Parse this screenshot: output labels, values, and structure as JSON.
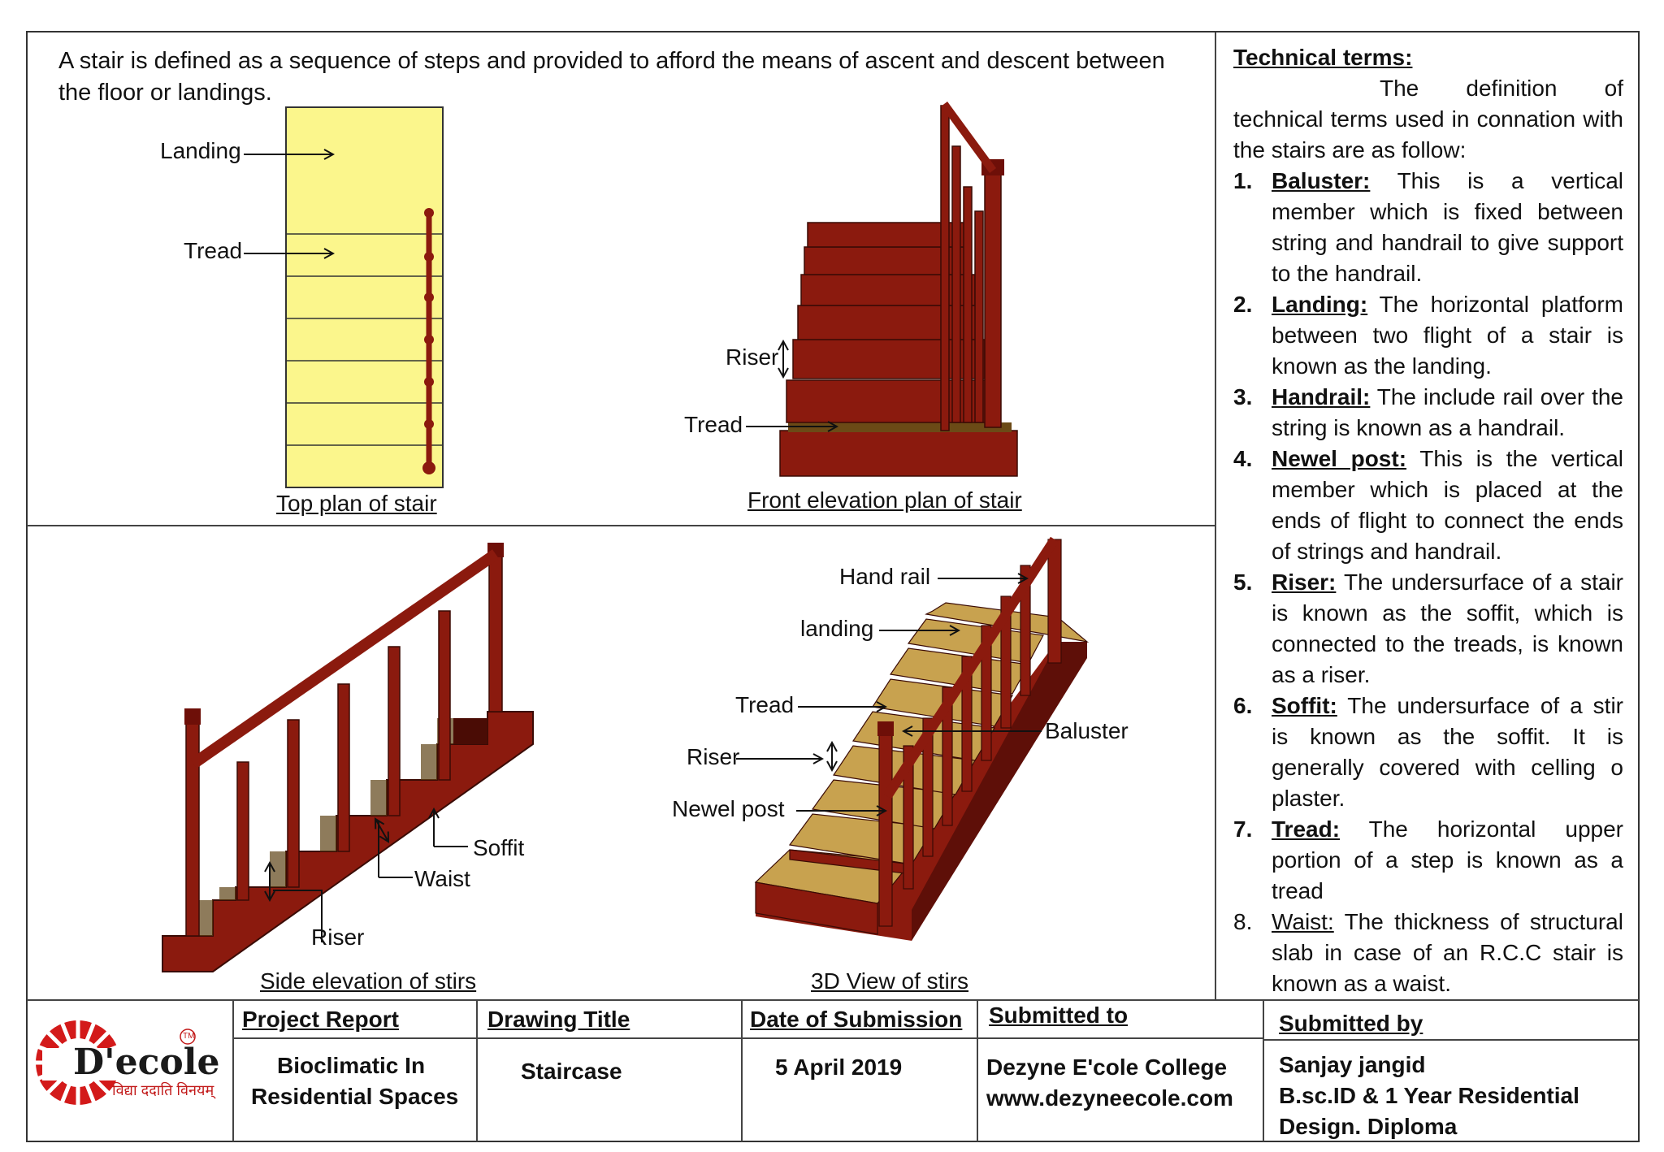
{
  "intro": {
    "line1": "A stair is defined as a sequence of steps and provided to afford the means of ascent and descent between",
    "line2": "the floor or landings."
  },
  "figures": {
    "top_plan": {
      "caption": "Top plan of stair",
      "landing": "Landing",
      "tread": "Tread"
    },
    "front_elev": {
      "caption": "Front elevation plan of stair",
      "riser": "Riser",
      "tread": "Tread"
    },
    "side_elev": {
      "caption": "Side elevation of stirs",
      "soffit": "Soffit",
      "waist": "Waist",
      "riser": "Riser"
    },
    "view3d": {
      "caption": "3D View of stirs",
      "hand_rail": "Hand rail",
      "landing": "landing",
      "tread": "Tread",
      "baluster": "Baluster",
      "riser": "Riser",
      "newel_post": "Newel post"
    }
  },
  "terms": {
    "heading": "Technical terms:",
    "intro": "The definition of technical terms used in connation with the stairs are as follow:",
    "items": [
      {
        "num": "1.",
        "term": "Baluster:",
        "text": "This is a vertical member which is fixed between string and handrail to give support to the handrail."
      },
      {
        "num": "2.",
        "term": "Landing:",
        "text": "The horizontal platform between two flight of a stair is known as the landing."
      },
      {
        "num": "3.",
        "term": "Handrail:",
        "text": "The include rail over the string is known as a handrail."
      },
      {
        "num": "4.",
        "term": "Newel post:",
        "text": "This is the vertical member which is placed at the ends of flight to connect the ends of strings and handrail."
      },
      {
        "num": "5.",
        "term": "Riser:",
        "text": "The undersurface of a stair is known as the soffit, which is connected to the treads, is known as a riser."
      },
      {
        "num": "6.",
        "term": "Soffit:",
        "text": "The undersurface of a stir is known as the soffit. It is generally covered with celling o plaster."
      },
      {
        "num": "7.",
        "term": "Tread:",
        "text": "The horizontal upper portion of a step is known as a tread"
      },
      {
        "num": "8.",
        "term": "Waist:",
        "text": "The thickness of structural slab in case of an R.C.C stair is known as a waist."
      }
    ]
  },
  "title_block": {
    "logo": {
      "name": "D'ecole",
      "tagline": "विद्या ददाति विनयम्",
      "tm": "TM"
    },
    "project_report": {
      "head": "Project Report",
      "line1": "Bioclimatic In",
      "line2": "Residential Spaces"
    },
    "drawing_title": {
      "head": "Drawing Title",
      "value": "Staircase"
    },
    "date": {
      "head": "Date of Submission",
      "value": "5 April 2019"
    },
    "submitted_to": {
      "head": "Submitted to",
      "line1": "Dezyne E'cole College",
      "line2": "www.dezyneecole.com"
    },
    "submitted_by": {
      "head": "Submitted by",
      "line1": "Sanjay jangid",
      "line2": "B.sc.ID & 1 Year Residential",
      "line3": "Design. Diploma"
    }
  },
  "colors": {
    "wood": "#8b1a0e",
    "wood_dark": "#5e0f08",
    "tread_tan": "#c8a24f",
    "plan_yellow": "#fbf68c"
  }
}
